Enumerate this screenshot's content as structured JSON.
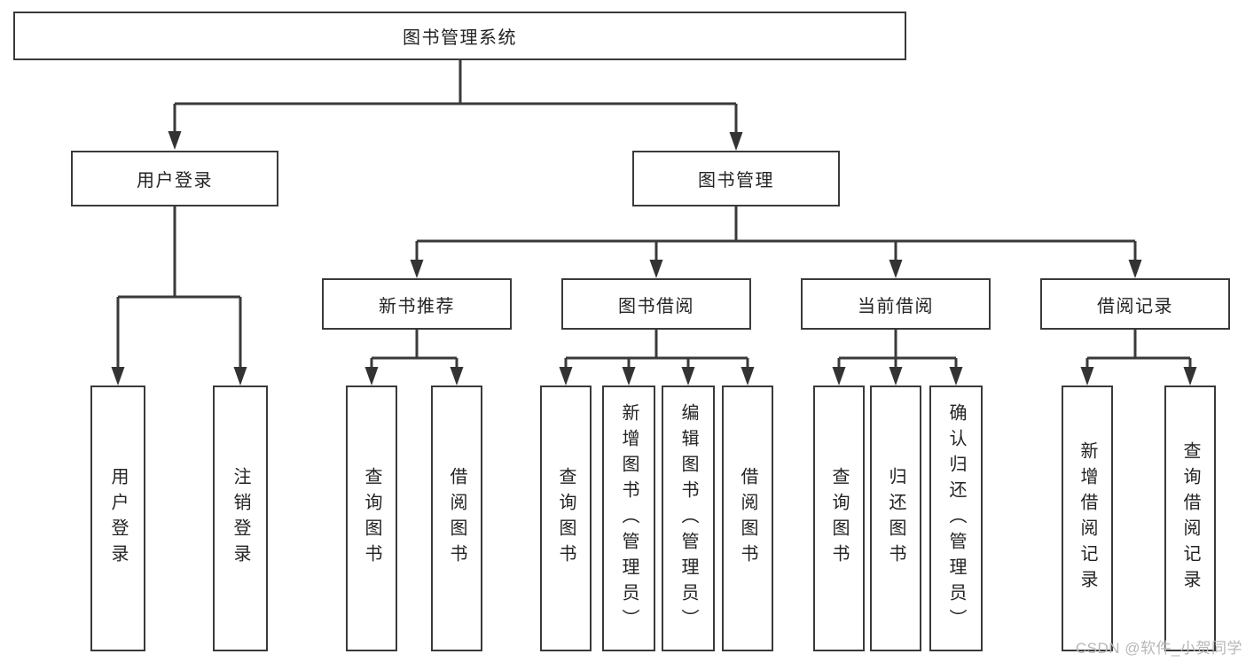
{
  "tree": {
    "label": "图书管理系统",
    "children": [
      {
        "label": "用户登录",
        "children": [
          {
            "label": "用户登录"
          },
          {
            "label": "注销登录"
          }
        ]
      },
      {
        "label": "图书管理",
        "children": [
          {
            "label": "新书推荐",
            "children": [
              {
                "label": "查询图书"
              },
              {
                "label": "借阅图书"
              }
            ]
          },
          {
            "label": "图书借阅",
            "children": [
              {
                "label": "查询图书"
              },
              {
                "label": "新增图书（管理员）"
              },
              {
                "label": "编辑图书（管理员）"
              },
              {
                "label": "借阅图书"
              }
            ]
          },
          {
            "label": "当前借阅",
            "children": [
              {
                "label": "查询图书"
              },
              {
                "label": "归还图书"
              },
              {
                "label": "确认归还（管理员）"
              }
            ]
          },
          {
            "label": "借阅记录",
            "children": [
              {
                "label": "新增借阅记录"
              },
              {
                "label": "查询借阅记录"
              }
            ]
          }
        ]
      }
    ]
  },
  "watermark": {
    "text": "CSDN @软件_小贺同学",
    "color": "#b7b7b7"
  },
  "colors": {
    "line": "#3a3a3a",
    "border": "#3a3a3a",
    "text": "#232323",
    "background": "#ffffff"
  }
}
